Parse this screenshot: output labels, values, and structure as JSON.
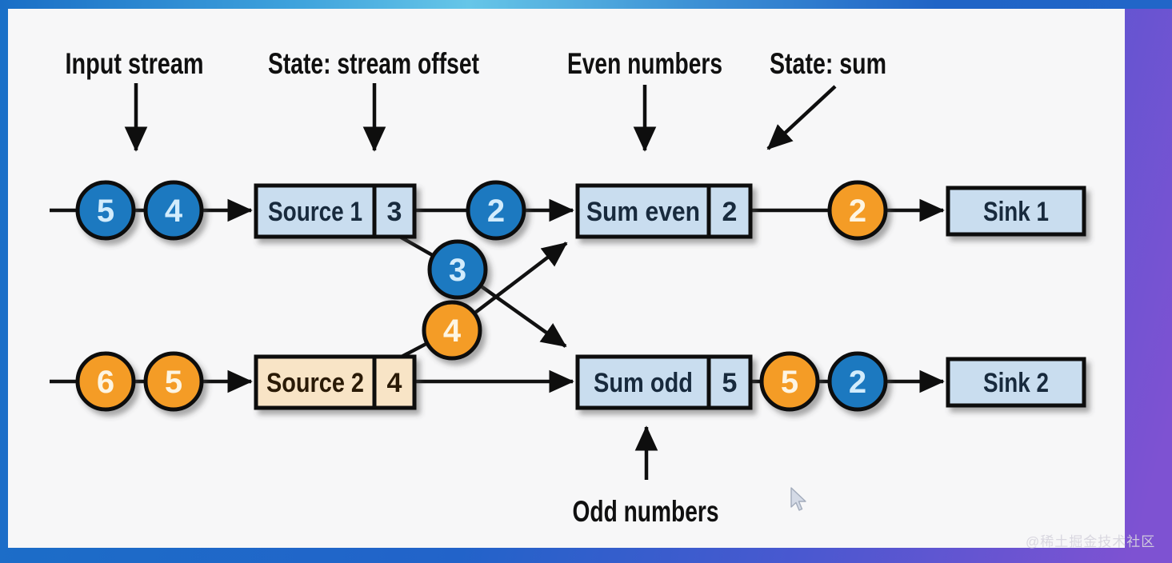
{
  "watermark": "@稀土掘金技术社区",
  "colors": {
    "token_blue": "#1a79c0",
    "token_orange": "#f49c28",
    "box_blue_fill": "#c9ddef",
    "box_beige_fill": "#f8e4c6",
    "line_black": "#111111",
    "canvas_white": "#f7f7f8",
    "frame_blue": "#2263c9",
    "frame_purple": "#7e52d2",
    "frame_cyan_streak": "#66c6e8"
  },
  "labels": {
    "input_stream": "Input stream",
    "state_stream_offset": "State: stream offset",
    "even_numbers": "Even numbers",
    "state_sum": "State: sum",
    "odd_numbers": "Odd numbers"
  },
  "nodes": {
    "source1": {
      "label": "Source 1",
      "state": "3"
    },
    "sum_even": {
      "label": "Sum even",
      "state": "2"
    },
    "sink1": {
      "label": "Sink 1"
    },
    "source2": {
      "label": "Source 2",
      "state": "4"
    },
    "sum_odd": {
      "label": "Sum odd",
      "state": "5"
    },
    "sink2": {
      "label": "Sink 2"
    }
  },
  "tokens": {
    "input_top": [
      "5",
      "4"
    ],
    "source1_to_sum_even": "2",
    "source1_to_sum_odd": "3",
    "source2_to_sum_even": "4",
    "input_bottom": [
      "6",
      "5"
    ],
    "sum_even_to_sink1": "2",
    "sum_odd_to_sink2": [
      "5",
      "2"
    ]
  }
}
